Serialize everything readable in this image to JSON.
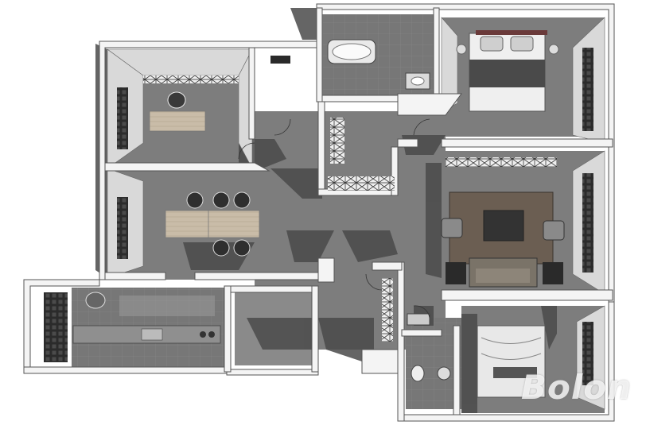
{
  "image": {
    "type": "3d-floor-plan-render",
    "watermark_text": "Bolon",
    "colors": {
      "background": "#ffffff",
      "wall_top": "#f4f4f4",
      "wall_outline": "#555555",
      "floor": "#7d7d7d",
      "shadow": "#4a4a4a",
      "wall_face": "#d9d9d9",
      "rug": "#6b5e52",
      "wood": "#c7b9a6",
      "tile": "#7a7a7a",
      "bed": "#efefef",
      "window": "#2b2b2b"
    },
    "rooms": [
      {
        "id": "study",
        "kind": "bedroom-office"
      },
      {
        "id": "dining",
        "kind": "dining-room"
      },
      {
        "id": "kitchen",
        "kind": "kitchen"
      },
      {
        "id": "master-bath",
        "kind": "bathroom"
      },
      {
        "id": "master-bedroom",
        "kind": "bedroom"
      },
      {
        "id": "living-room",
        "kind": "living-room"
      },
      {
        "id": "second-bedroom",
        "kind": "bedroom"
      },
      {
        "id": "second-bath",
        "kind": "bathroom"
      },
      {
        "id": "laundry",
        "kind": "utility"
      }
    ]
  }
}
